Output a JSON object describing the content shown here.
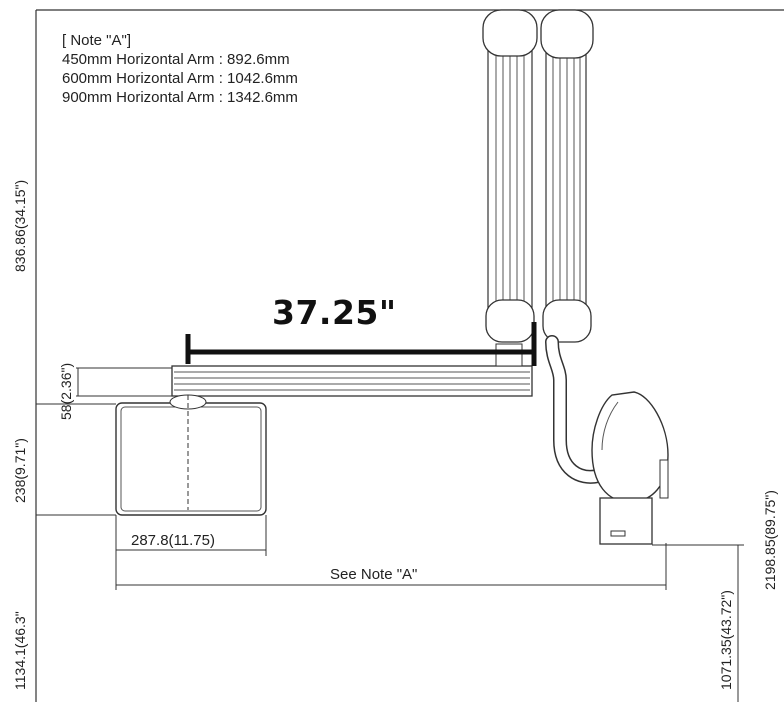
{
  "note": {
    "title": "[ Note \"A\"]",
    "lines": [
      "450mm Horizontal Arm : 892.6mm",
      "600mm Horizontal Arm  : 1042.6mm",
      "900mm Horizontal Arm : 1342.6mm"
    ]
  },
  "highlight_dimension": "37.25\"",
  "dimensions": {
    "upper_height": "836.86(34.15\")",
    "arm_thickness": "58(2.36\")",
    "box_height": "238(9.71\")",
    "box_width": "287.8(11.75)",
    "see_note": "See Note \"A\"",
    "floor_height": "1134.1(46.3\"",
    "head_height": "1071.35(43.72\")",
    "total_height": "2198.85(89.75\")"
  }
}
